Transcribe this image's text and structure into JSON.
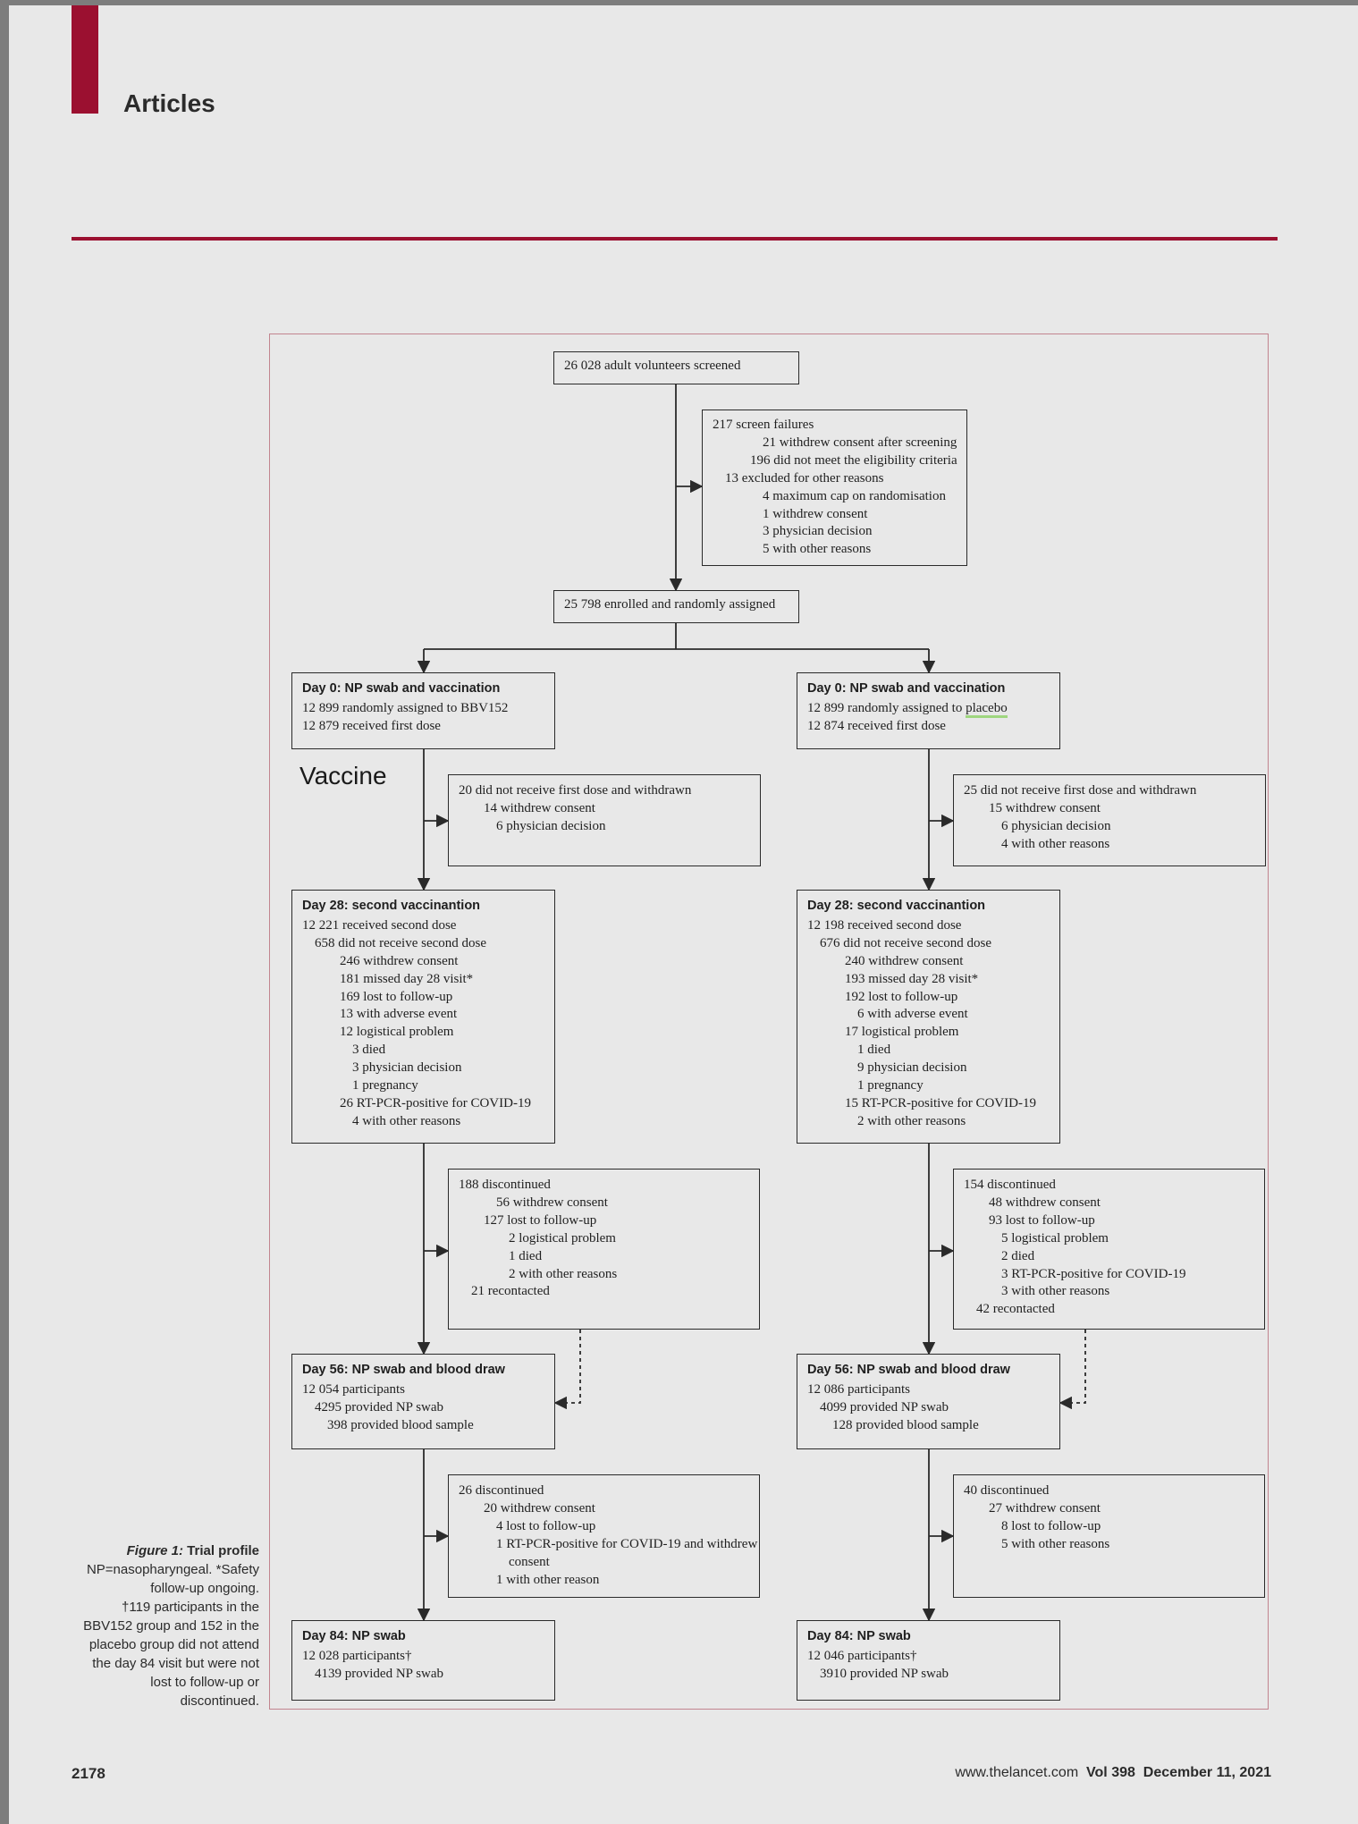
{
  "header": {
    "section": "Articles"
  },
  "flow": {
    "screened": "26 028 adult volunteers screened",
    "screen_failures": [
      "217 screen failures",
      "21 withdrew consent after screening",
      "196 did not meet the eligibility criteria",
      "13 excluded for other reasons",
      "4 maximum cap on randomisation",
      "1 withdrew consent",
      "3 physician decision",
      "5 with other reasons"
    ],
    "enrolled": "25 798 enrolled and randomly assigned",
    "vaccine_label": "Vaccine",
    "left": {
      "day0": {
        "title": "Day 0: NP swab and vaccination",
        "lines": [
          "12 899 randomly assigned to BBV152",
          "12 879 received first dose"
        ]
      },
      "excl1": [
        "20 did not receive first dose and withdrawn",
        "14 withdrew consent",
        "6 physician decision"
      ],
      "day28": {
        "title": "Day 28: second vaccinantion",
        "lines": [
          "12 221 received second dose",
          "658 did not receive second dose",
          "246 withdrew consent",
          "181 missed day 28 visit*",
          "169 lost to follow-up",
          "13 with adverse event",
          "12 logistical problem",
          "3 died",
          "3 physician decision",
          "1 pregnancy",
          "26 RT-PCR-positive for COVID-19",
          "4 with other reasons"
        ]
      },
      "excl2": [
        "188 discontinued",
        "56 withdrew consent",
        "127 lost to follow-up",
        "2 logistical problem",
        "1 died",
        "2 with other reasons",
        "21 recontacted"
      ],
      "day56": {
        "title": "Day 56: NP swab and blood draw",
        "lines": [
          "12 054 participants",
          "4295 provided NP swab",
          "398 provided blood sample"
        ]
      },
      "excl3": [
        "26 discontinued",
        "20 withdrew consent",
        "4 lost to follow-up",
        "1 RT-PCR-positive for COVID-19 and withdrew",
        "consent",
        "1 with other reason"
      ],
      "day84": {
        "title": "Day 84: NP swab",
        "lines": [
          "12 028 participants†",
          "4139 provided NP swab"
        ]
      }
    },
    "right": {
      "day0": {
        "title": "Day 0: NP swab and vaccination",
        "lines": [
          "12 899 randomly assigned to ",
          "placebo",
          "12 874 received first dose"
        ]
      },
      "excl1": [
        "25 did not receive first dose and withdrawn",
        "15 withdrew consent",
        "6 physician decision",
        "4 with other reasons"
      ],
      "day28": {
        "title": "Day 28: second vaccinantion",
        "lines": [
          "12 198 received second dose",
          "676 did not receive second dose",
          "240 withdrew consent",
          "193 missed day 28 visit*",
          "192 lost to follow-up",
          "6 with adverse event",
          "17 logistical problem",
          "1 died",
          "9 physician decision",
          "1 pregnancy",
          "15 RT-PCR-positive for COVID-19",
          "2 with other reasons"
        ]
      },
      "excl2": [
        "154 discontinued",
        "48 withdrew consent",
        "93 lost to follow-up",
        "5 logistical problem",
        "2 died",
        "3 RT-PCR-positive for COVID-19",
        "3 with other reasons",
        "42 recontacted"
      ],
      "day56": {
        "title": "Day 56: NP swab and blood draw",
        "lines": [
          "12 086 participants",
          "4099 provided NP swab",
          "128 provided blood sample"
        ]
      },
      "excl3": [
        "40 discontinued",
        "27 withdrew consent",
        "8 lost to follow-up",
        "5 with other reasons"
      ],
      "day84": {
        "title": "Day 84: NP swab",
        "lines": [
          "12 046 participants†",
          "3910 provided NP swab"
        ]
      }
    }
  },
  "caption": {
    "label": "Figure 1:",
    "title": "Trial profile",
    "lines": [
      "NP=nasopharyngeal. *Safety",
      "follow-up ongoing.",
      "†119 participants in the",
      "BBV152 group and 152 in the",
      "placebo group did not attend",
      "the day 84 visit but were not",
      "lost to follow-up or",
      "discontinued."
    ]
  },
  "footer": {
    "page_number": "2178",
    "site": "www.thelancet.com",
    "volume": "Vol 398",
    "date": "December 11, 2021"
  },
  "colors": {
    "accent": "#9b1030",
    "page": "#e8e8e8",
    "line": "#2a2a2a"
  }
}
